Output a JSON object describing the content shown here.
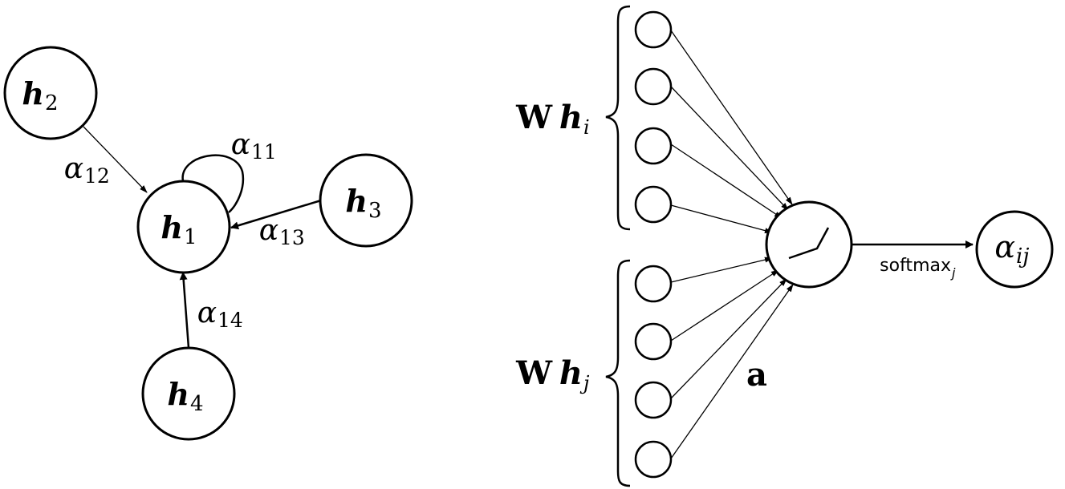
{
  "left_graph": {
    "nodes": {
      "h1": {
        "base": "h",
        "sub": "1"
      },
      "h2": {
        "base": "h",
        "sub": "2"
      },
      "h3": {
        "base": "h",
        "sub": "3"
      },
      "h4": {
        "base": "h",
        "sub": "4"
      }
    },
    "edges": {
      "a11": {
        "base": "α",
        "sub": "11"
      },
      "a12": {
        "base": "α",
        "sub": "12"
      },
      "a13": {
        "base": "α",
        "sub": "13"
      },
      "a14": {
        "base": "α",
        "sub": "14"
      }
    }
  },
  "right_network": {
    "group_i": {
      "matrix": "W",
      "vec": "h",
      "sub": "i"
    },
    "group_j": {
      "matrix": "W",
      "vec": "h",
      "sub": "j"
    },
    "weight_label": "a",
    "activation_icon": "leaky-relu-icon",
    "edge_label": {
      "base": "softmax",
      "sub": "j"
    },
    "output": {
      "base": "α",
      "sub": "ij"
    }
  }
}
